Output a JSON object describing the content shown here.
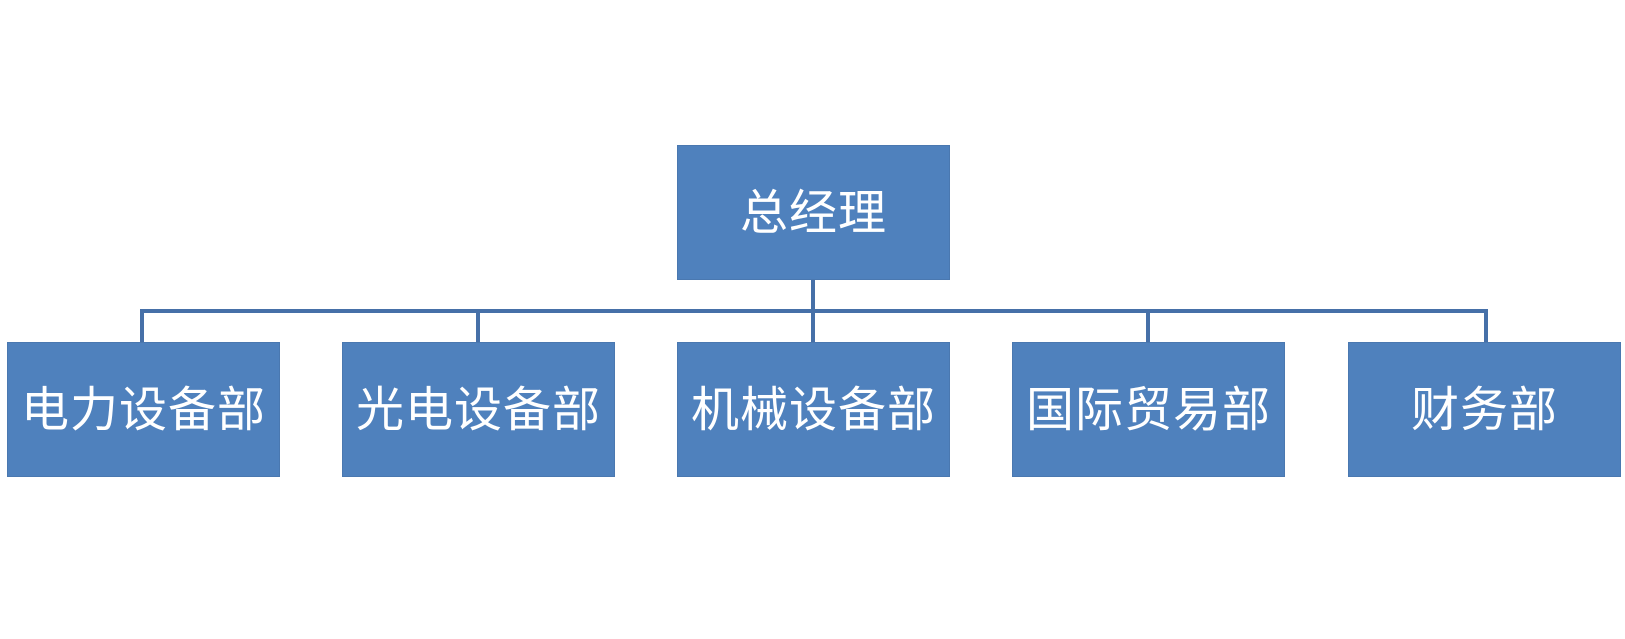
{
  "org_chart": {
    "root": {
      "label": "总经理"
    },
    "departments": [
      {
        "label": "电力设备部"
      },
      {
        "label": "光电设备部"
      },
      {
        "label": "机械设备部"
      },
      {
        "label": "国际贸易部"
      },
      {
        "label": "财务部"
      }
    ],
    "colors": {
      "box_fill": "#4f81bd",
      "box_text": "#ffffff",
      "connector": "#4670a8",
      "background": "#ffffff"
    }
  }
}
